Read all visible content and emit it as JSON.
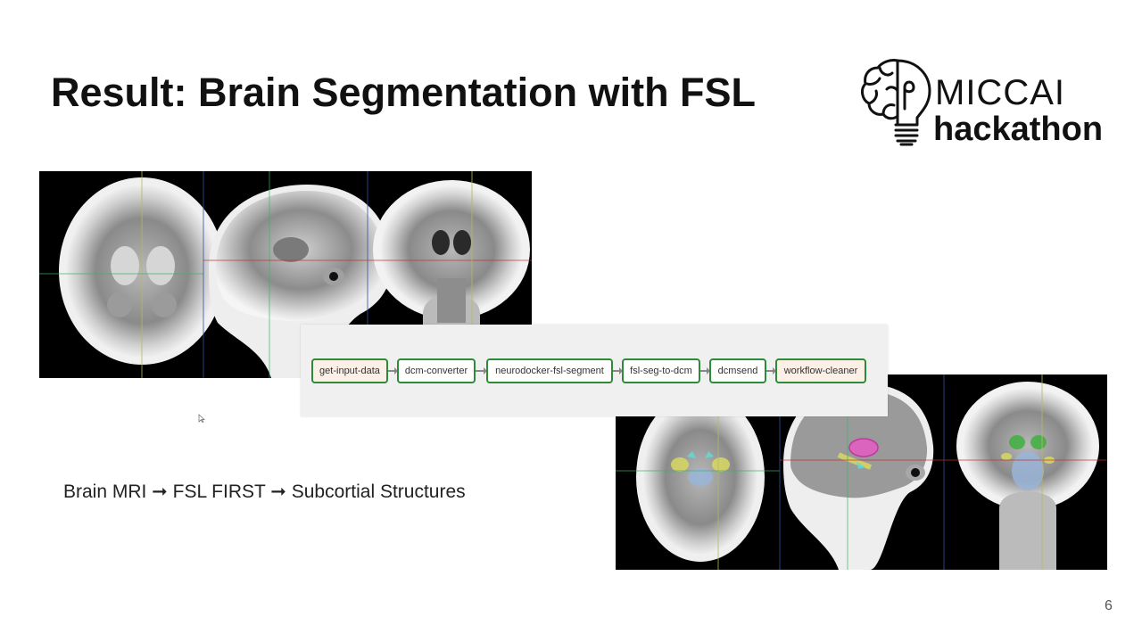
{
  "slide": {
    "title": "Result: Brain Segmentation with FSL",
    "logo": {
      "line1": "MICCAI",
      "line2": "hackathon",
      "icon": "brain-lightbulb-icon"
    },
    "caption": "Brain MRI ➞ FSL FIRST ➞ Subcortial Structures",
    "page_number": "6"
  },
  "pipeline": {
    "steps": [
      {
        "label": "get-input-data",
        "highlight": true
      },
      {
        "label": "dcm-converter",
        "highlight": false
      },
      {
        "label": "neurodocker-fsl-segment",
        "highlight": false
      },
      {
        "label": "fsl-seg-to-dcm",
        "highlight": false
      },
      {
        "label": "dcmsend",
        "highlight": false
      },
      {
        "label": "workflow-cleaner",
        "highlight": true
      }
    ],
    "border_color": "#2e8b3a",
    "highlight_color": "#fbefe6"
  },
  "images": {
    "top": "mri-views-axial-sagittal-coronal",
    "bottom": "mri-views-with-segmentation-overlay"
  }
}
